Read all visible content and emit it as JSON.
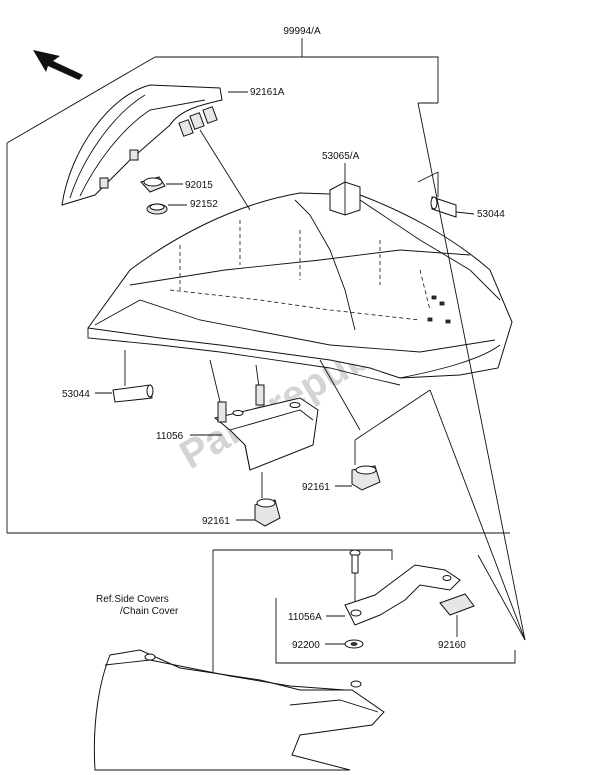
{
  "diagram": {
    "part_labels": {
      "p99994A": "99994/A",
      "p92161A": "92161A",
      "p53065A": "53065/A",
      "p92015": "92015",
      "p92152": "92152",
      "p53044_top": "53044",
      "p53044_left": "53044",
      "p11056": "11056",
      "p92161_right": "92161",
      "p92161_bottom": "92161",
      "p11056A": "11056A",
      "p92200": "92200",
      "p92160": "92160"
    },
    "reference": {
      "line1": "Ref.Side Covers",
      "line2": "/Chain Cover"
    },
    "watermark": "Partsrepublik",
    "direction_arrow": "front-direction-arrow-icon"
  }
}
